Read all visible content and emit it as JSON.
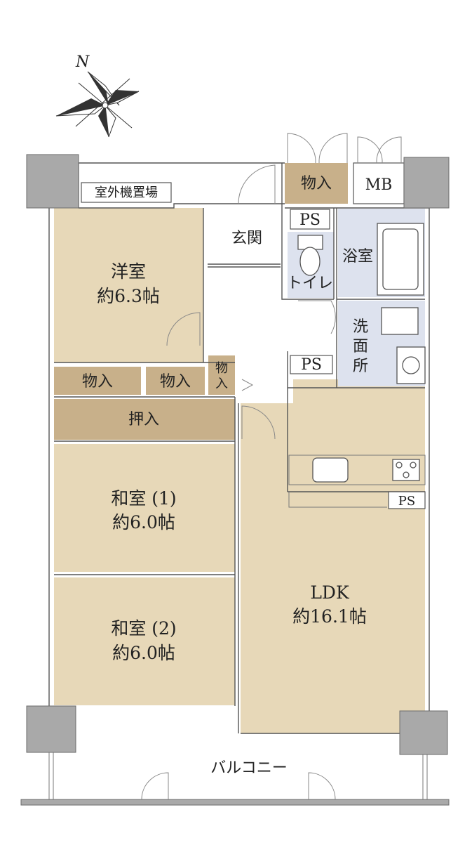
{
  "compass": {
    "north_label": "N",
    "icon": "compass-rose-icon"
  },
  "colors": {
    "room": "#e7d8b8",
    "storage": "#c8b08a",
    "bath": "#dde2ee",
    "pillar": "#a9a9a9"
  },
  "rooms": {
    "western": {
      "name": "洋室",
      "size": "約6.3帖"
    },
    "japanese1": {
      "name": "和室 (1)",
      "size": "約6.0帖"
    },
    "japanese2": {
      "name": "和室 (2)",
      "size": "約6.0帖"
    },
    "ldk": {
      "name": "LDK",
      "size": "約16.1帖"
    },
    "entrance": "玄関",
    "bath": "浴室",
    "toilet": "トイレ",
    "washroom": [
      "洗",
      "面",
      "所"
    ],
    "balcony": "バルコニー"
  },
  "storage": {
    "top_closet": "物入",
    "mb": "MB",
    "closet_a": "物入",
    "closet_b": "物入",
    "closet_c": [
      "物",
      "入"
    ],
    "oshiire": "押入"
  },
  "labels": {
    "outdoor_unit": "室外機置場",
    "ps_top": "PS",
    "ps_mid": "PS",
    "ps_kitchen": "PS"
  }
}
